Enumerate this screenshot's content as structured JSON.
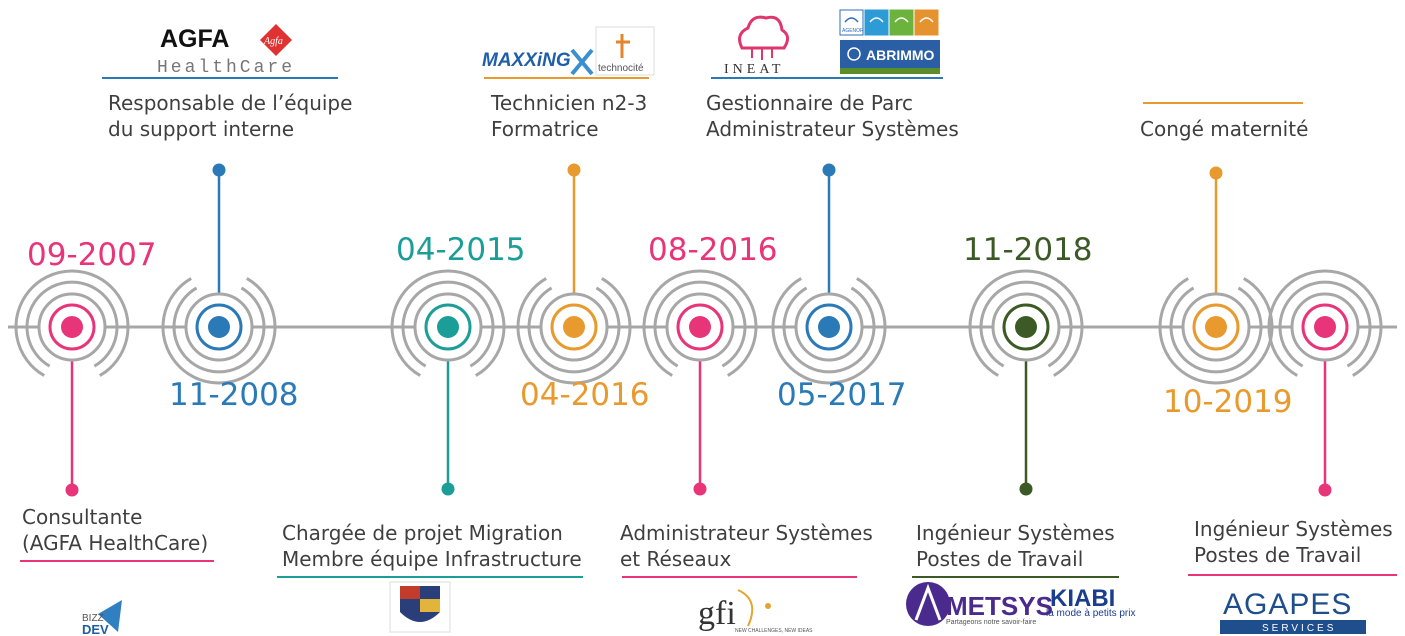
{
  "colors": {
    "pink": "#e8357a",
    "blue": "#2b7ab8",
    "teal": "#1c9e98",
    "orange": "#e89a2e",
    "green": "#3b5a26",
    "gray": "#a7a7a7",
    "text": "#3f3f3f"
  },
  "events": [
    {
      "date": "09-2007",
      "color": "pink",
      "title_line1": "Consultante",
      "title_line2": "(AGFA HealthCare)",
      "logo_line1": "BIZZ",
      "logo_line2": "DEV"
    },
    {
      "date": "11-2008",
      "color": "blue",
      "title_line1": "Responsable de l’équipe",
      "title_line2": "du support interne",
      "logo_line1": "AGFA",
      "logo_line2": "HealthCare",
      "logo_mark": "Agfa"
    },
    {
      "date": "04-2015",
      "color": "teal",
      "title_line1": "Chargée de projet Migration",
      "title_line2": "Membre équipe Infrastructure",
      "logo_icon": "crest-icon"
    },
    {
      "date": "04-2016",
      "color": "orange",
      "title_line1": "Technicien n2-3",
      "title_line2": "Formatrice",
      "logo_line1": "MAXXiNG",
      "logo_line2": "technocité"
    },
    {
      "date": "08-2016",
      "color": "pink",
      "title_line1": "Administrateur Systèmes",
      "title_line2": "et Réseaux",
      "logo_line1": "gfi",
      "logo_line2": "NEW CHALLENGES, NEW IDEAS"
    },
    {
      "date": "05-2017",
      "color": "blue",
      "title_line1": "Gestionnaire de Parc",
      "title_line2": "Administrateur Systèmes",
      "logo_line1": "INEAT",
      "logo_line2": "ABRIMMO",
      "logo_line3": "AGENOR"
    },
    {
      "date": "11-2018",
      "color": "green",
      "title_line1": "Ingénieur Systèmes",
      "title_line2": "Postes de Travail",
      "logo_line1": "METSYS",
      "logo_line2": "Partageons notre savoir-faire",
      "logo_line3": "KIABI",
      "logo_line4": "la mode à petits prix"
    },
    {
      "date": "10-2019",
      "color": "orange",
      "title_line1": "Congé maternité",
      "title_line2": ""
    },
    {
      "date": "",
      "color": "pink",
      "title_line1": "Ingénieur Systèmes",
      "title_line2": "Postes de Travail",
      "logo_line1": "AGAPES",
      "logo_line2": "SERVICES"
    }
  ]
}
